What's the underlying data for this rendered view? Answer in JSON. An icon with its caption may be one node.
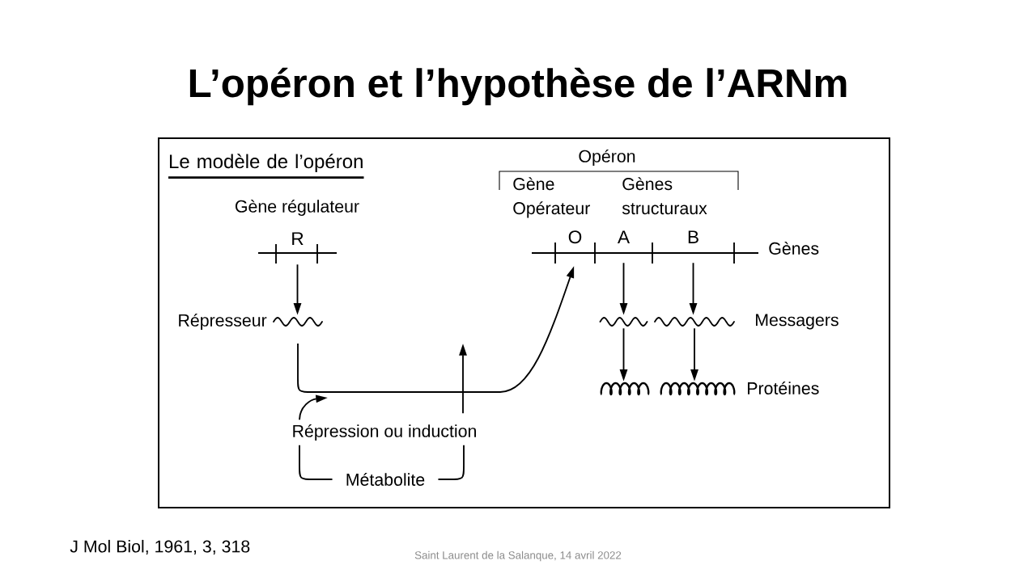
{
  "diagram": {
    "title": "L’opéron et l’hypothèse de l’ARNm",
    "nodes": [
      {
        "text": [
          "Le modèle de l’opéron"
        ]
      },
      {
        "text": [
          "R"
        ],
        "beside": [
          "Gène régulateur"
        ],
        "in": 0
      },
      {
        "text": [
          "O"
        ],
        "beside": [
          "Gène Opérateur"
        ],
        "in": 0
      },
      {
        "text": [
          "A"
        ],
        "in": 0
      },
      {
        "text": [
          "B"
        ],
        "in": 0
      },
      {
        "text": [],
        "shape": "wave",
        "beside": [
          "Répresseur"
        ],
        "in": 0
      },
      {
        "text": [],
        "shape": "wave",
        "in": 0
      },
      {
        "text": [],
        "shape": "wave",
        "in": 0
      },
      {
        "text": [],
        "shape": "coil",
        "in": 0
      },
      {
        "text": [],
        "shape": "coil",
        "in": 0
      },
      {
        "text": [
          "Répression ou induction"
        ],
        "in": 0
      },
      {
        "text": [
          "Métabolite"
        ],
        "in": 0
      }
    ],
    "edges": [
      {
        "from": 1,
        "to": 5,
        "arrow": "to"
      },
      {
        "from": 5,
        "to": 2,
        "arrow": "to"
      },
      {
        "from": 3,
        "to": 6,
        "arrow": "to"
      },
      {
        "from": 4,
        "to": 7,
        "arrow": "to"
      },
      {
        "from": 6,
        "to": 8,
        "arrow": "to"
      },
      {
        "from": 7,
        "to": 9,
        "arrow": "to"
      },
      {
        "from": 11,
        "to": 10,
        "arrow": "none"
      },
      {
        "from": 11,
        "to": 10,
        "arrow": "none"
      },
      {
        "from": 10,
        "to": null,
        "arrow": "to"
      },
      {
        "from": 10,
        "to": null,
        "arrow": "to"
      }
    ],
    "labels": [
      "Opéron",
      "Gènes structuraux",
      "Gènes",
      "Messagers",
      "Protéines",
      "J Mol Biol, 1961, 3, 318",
      "Saint Laurent de la Salanque, 14 avril 2022"
    ]
  }
}
